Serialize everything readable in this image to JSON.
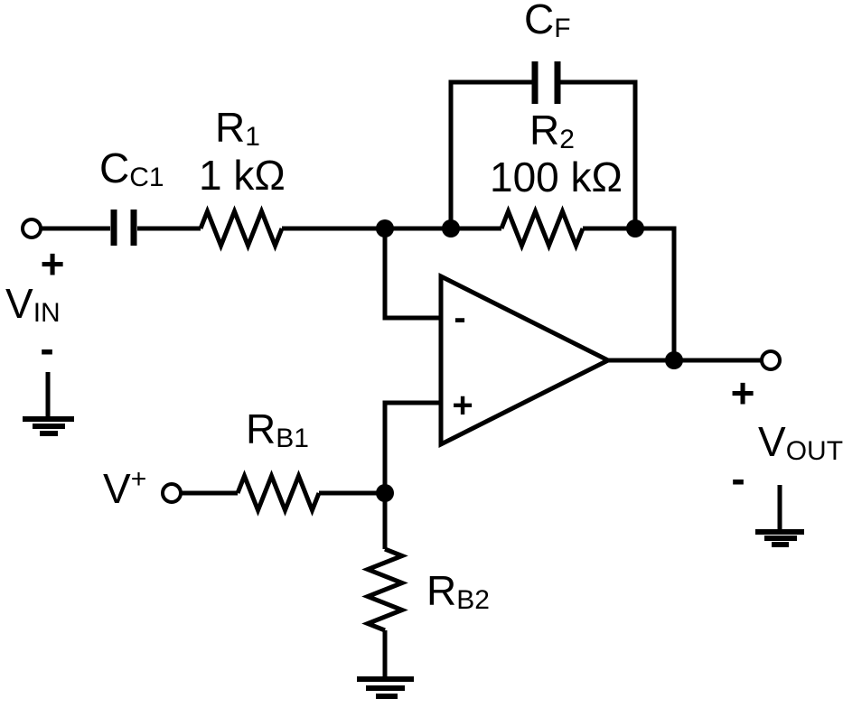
{
  "colors": {
    "ink": "#000000",
    "background": "#ffffff"
  },
  "components": {
    "cc1": {
      "type": "capacitor",
      "symbol": "C",
      "sub": "C1"
    },
    "r1": {
      "type": "resistor",
      "symbol": "R",
      "sub": "1",
      "value": "1 kΩ"
    },
    "cf": {
      "type": "capacitor",
      "symbol": "C",
      "sub": "F"
    },
    "r2": {
      "type": "resistor",
      "symbol": "R",
      "sub": "2",
      "value": "100 kΩ"
    },
    "rb1": {
      "type": "resistor",
      "symbol": "R",
      "sub": "B1"
    },
    "rb2": {
      "type": "resistor",
      "symbol": "R",
      "sub": "B2"
    },
    "opamp": {
      "inverting_sign": "-",
      "noninverting_sign": "+"
    }
  },
  "terminals": {
    "vin": {
      "symbol": "V",
      "sub": "IN",
      "polarity_plus": "+",
      "polarity_minus": "-"
    },
    "vplus": {
      "symbol": "V",
      "sup": "+"
    },
    "vout": {
      "symbol": "V",
      "sub": "OUT",
      "polarity_plus": "+",
      "polarity_minus": "-"
    }
  }
}
